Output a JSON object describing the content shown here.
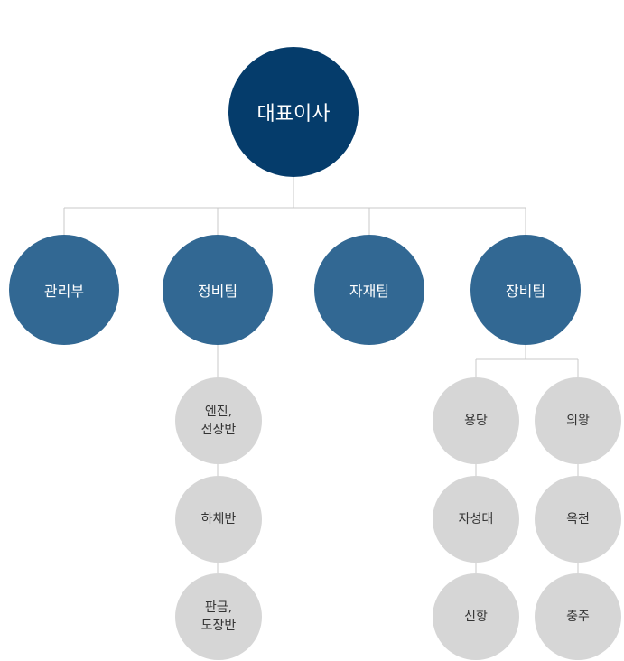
{
  "root": {
    "label": "대표이사"
  },
  "departments": [
    {
      "label": "관리부"
    },
    {
      "label": "정비팀"
    },
    {
      "label": "자재팀"
    },
    {
      "label": "장비팀"
    }
  ],
  "maintenance_units": [
    {
      "label": "엔진,\n전장반"
    },
    {
      "label": "하체반"
    },
    {
      "label": "판금,\n도장반"
    }
  ],
  "equipment_sites_left": [
    {
      "label": "용당"
    },
    {
      "label": "자성대"
    },
    {
      "label": "신항"
    }
  ],
  "equipment_sites_right": [
    {
      "label": "의왕"
    },
    {
      "label": "옥천"
    },
    {
      "label": "충주"
    }
  ],
  "colors": {
    "root": "#053c6b",
    "department": "#326893",
    "unit": "#d6d6d6",
    "connector": "#c8c8c8"
  }
}
